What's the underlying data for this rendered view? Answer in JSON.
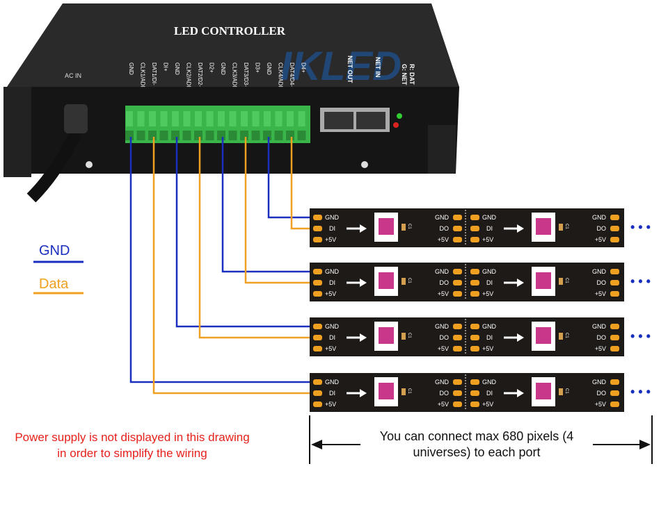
{
  "controller": {
    "title": "LED CONTROLLER",
    "ac_label": "AC IN",
    "watermark": "IKLED",
    "port_labels": [
      "NET OUT",
      "NET IN"
    ],
    "indicator_labels": [
      "G: NET",
      "R: DAT"
    ],
    "terminal_labels": [
      "GND",
      "CLK1/ADI",
      "DAT1/DI-",
      "DI+",
      "GND",
      "CLK2/ADI",
      "DAT2/D2-",
      "D2+",
      "GND",
      "CLK3/ADI",
      "DAT3/D3-",
      "D3+",
      "GND",
      "CLK4/ADI",
      "DAT4/D4-",
      "D4+"
    ]
  },
  "legend": {
    "gnd": {
      "label": "GND",
      "color": "#1a2fbf"
    },
    "data": {
      "label": "Data",
      "color": "#f0a020"
    }
  },
  "strip_labels": {
    "gnd": "GND",
    "di": "DI",
    "do": "DO",
    "vcc": "+5V",
    "cap": "C1",
    "continuation": "• • •"
  },
  "strip_count": 4,
  "note": "Power supply is not displayed in this drawing in order to simplify the wiring",
  "capacity": "You can connect max 680 pixels (4 universes) to each port",
  "colors": {
    "controller": "#1b1b1b",
    "terminal": "#39b54a",
    "strip": "#1e1a18",
    "pad": "#f0a020",
    "wire_gnd": "#1a2fbf",
    "wire_data": "#f0a020",
    "note": "#e8201a"
  }
}
